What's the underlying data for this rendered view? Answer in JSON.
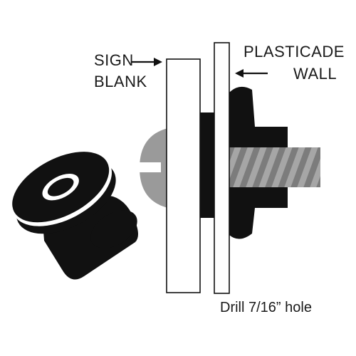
{
  "labels": {
    "sign_blank_line1": "SIGN",
    "sign_blank_line2": "BLANK",
    "plasticade_line1": "PLASTICADE",
    "plasticade_line2": "WALL",
    "drill_note": "Drill 7/16” hole"
  },
  "icons": [
    "rubber-well-nut-icon",
    "arrow-right-icon",
    "arrow-left-icon",
    "screw-head-icon",
    "threaded-shaft-icon"
  ],
  "colors": {
    "ink": "#111111",
    "screw_gray": "#9a9a9a",
    "screw_dark": "#7a7a7a",
    "panel_fill": "#ffffff",
    "background": "#ffffff"
  }
}
